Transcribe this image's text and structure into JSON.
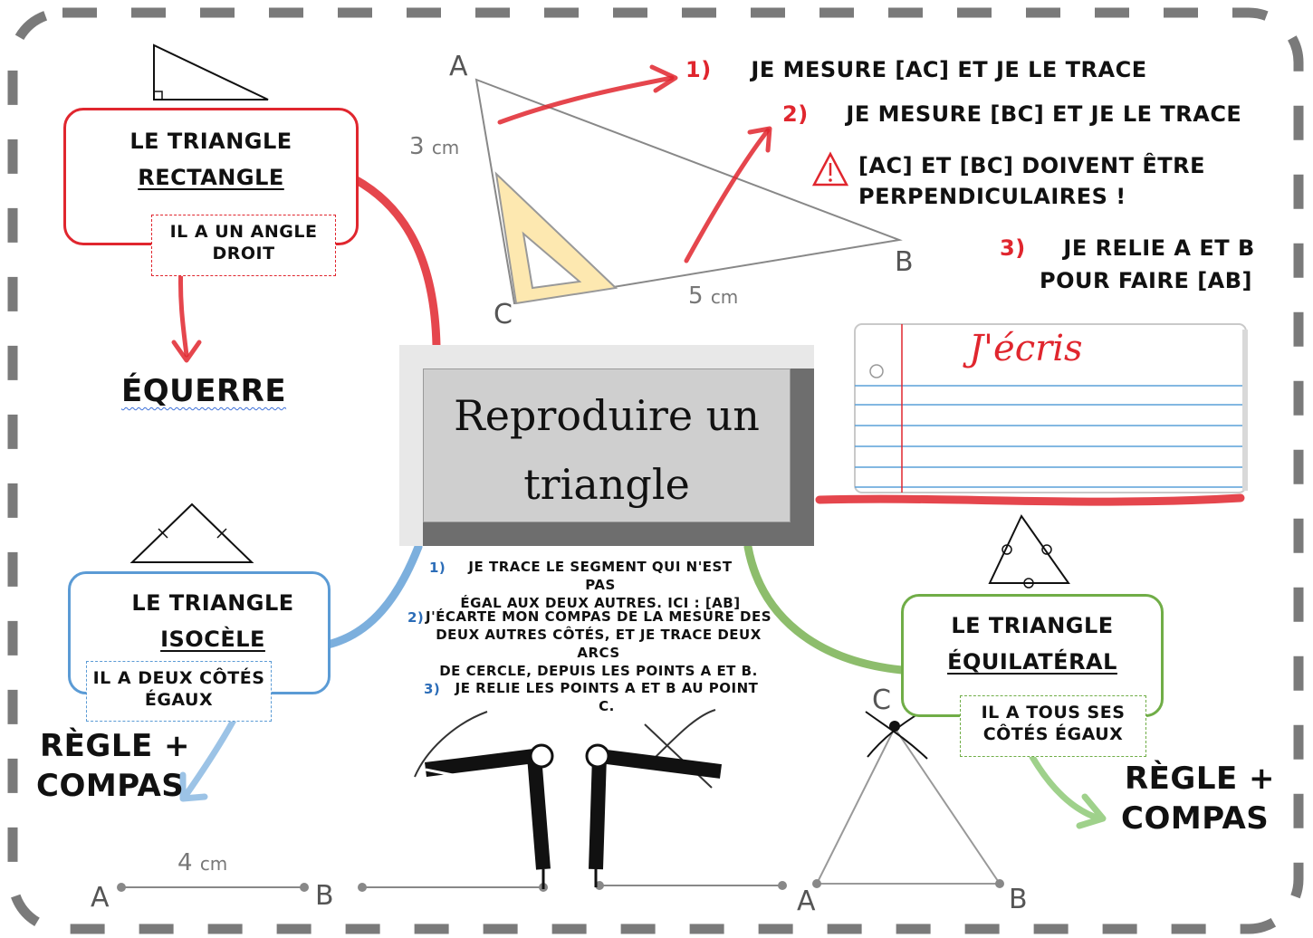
{
  "rectangle": {
    "title_line1": "LE TRIANGLE",
    "title_line2": "RECTANGLE",
    "note_line1": "IL A UN ANGLE",
    "note_line2": "DROIT",
    "tool": "ÉQUERRE"
  },
  "isocele": {
    "title_line1": "LE TRIANGLE",
    "title_line2": "ISOCÈLE",
    "note_line1": "IL A DEUX CÔTÉS",
    "note_line2": "ÉGAUX",
    "tool_line1": "RÈGLE +",
    "tool_line2": "COMPAS"
  },
  "equilateral": {
    "title_line1": "LE TRIANGLE",
    "title_line2": "ÉQUILATÉRAL",
    "note_line1": "IL A TOUS SES",
    "note_line2": "CÔTÉS ÉGAUX",
    "tool_line1": "RÈGLE +",
    "tool_line2": "COMPAS"
  },
  "center": {
    "title_line1": "Reproduire un",
    "title_line2": "triangle"
  },
  "right_triangle_steps": {
    "s1_num": "1)",
    "s1_text": "JE MESURE [AC] ET JE LE TRACE",
    "s2_num": "2)",
    "s2_text": "JE MESURE [BC] ET JE LE TRACE",
    "warning_line1": "[AC] ET [BC] DOIVENT ÊTRE",
    "warning_line2": "PERPENDICULAIRES !",
    "s3_num": "3)",
    "s3_line1": "JE RELIE A ET B",
    "s3_line2": "POUR FAIRE [AB]"
  },
  "compass_steps": {
    "s1_num": "1)",
    "s1_line1": "JE TRACE LE SEGMENT QUI N'EST PAS",
    "s1_line2": "ÉGAL AUX DEUX AUTRES. ICI : [AB]",
    "s2_num": "2)",
    "s2_line1": "J'ÉCARTE MON COMPAS DE LA MESURE DES",
    "s2_line2": "DEUX AUTRES CÔTÉS, ET JE TRACE DEUX ARCS",
    "s2_line3": "DE CERCLE, DEPUIS LES POINTS A ET B.",
    "s3_num": "3)",
    "s3_text": "JE RELIE LES POINTS A ET B AU POINT C."
  },
  "figure_labels": {
    "A": "A",
    "B": "B",
    "C": "C",
    "ac_length": "3",
    "bc_length": "5",
    "ab_length": "4",
    "unit": "cm"
  },
  "notebook": {
    "title": "J'écris"
  },
  "colors": {
    "red": "#e0262e",
    "blue": "#5b9bd5",
    "green": "#70ad47",
    "dash": "#777777",
    "square_yellow": "#fde8b0"
  }
}
